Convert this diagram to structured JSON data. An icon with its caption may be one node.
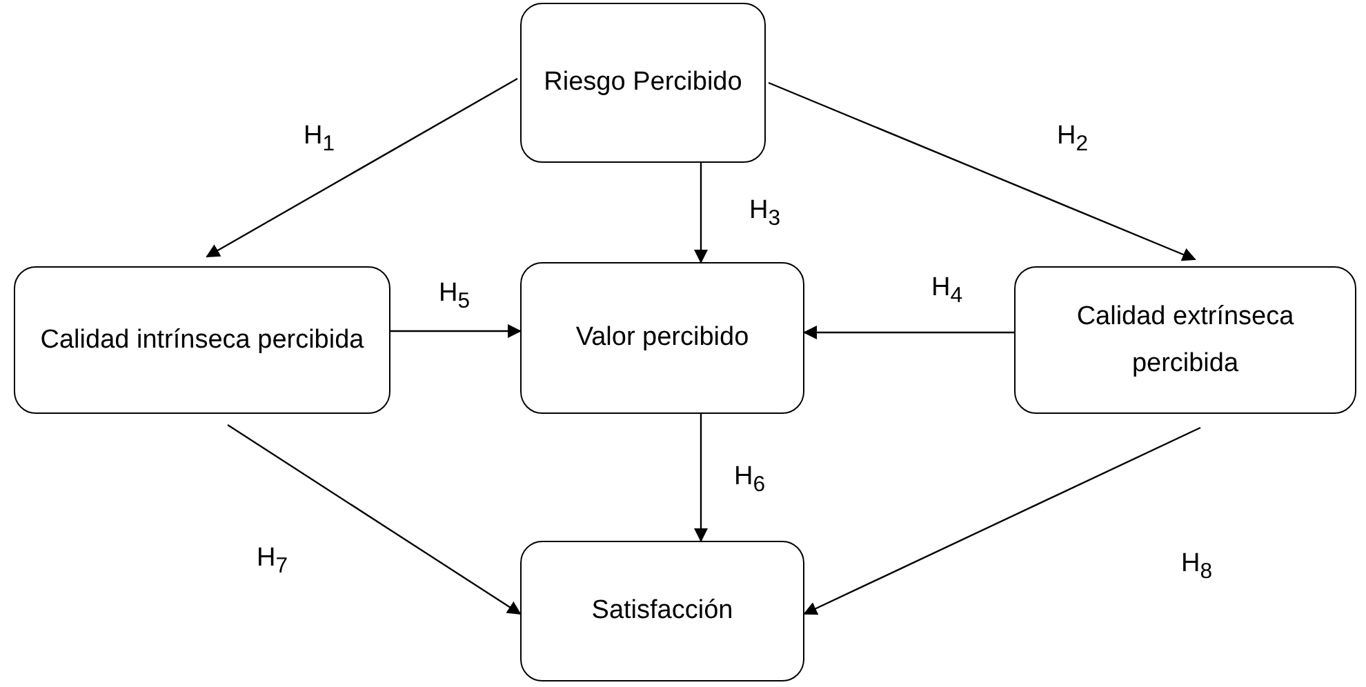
{
  "diagram": {
    "nodes": [
      {
        "text": [
          "Riesgo Percibido"
        ]
      },
      {
        "text": [
          "Calidad intrínseca percibida"
        ]
      },
      {
        "text": [
          "Valor percibido"
        ]
      },
      {
        "text": [
          "Calidad extrínseca percibida"
        ]
      },
      {
        "text": [
          "Satisfacción"
        ]
      }
    ],
    "edges": [
      {
        "from": 0,
        "to": 1,
        "arrow": "to",
        "label": "H$_{1}$"
      },
      {
        "from": 0,
        "to": 3,
        "arrow": "to",
        "label": "H$_{2}$"
      },
      {
        "from": 0,
        "to": 2,
        "arrow": "to",
        "label": "H$_{3}$"
      },
      {
        "from": 3,
        "to": 2,
        "arrow": "to",
        "label": "H$_{4}$"
      },
      {
        "from": 1,
        "to": 2,
        "arrow": "to",
        "label": "H$_{5}$"
      },
      {
        "from": 2,
        "to": 4,
        "arrow": "to",
        "label": "H$_{6}$"
      },
      {
        "from": 1,
        "to": 4,
        "arrow": "to",
        "label": "H$_{7}$"
      },
      {
        "from": 3,
        "to": 4,
        "arrow": "to",
        "label": "H$_{8}$"
      }
    ]
  }
}
